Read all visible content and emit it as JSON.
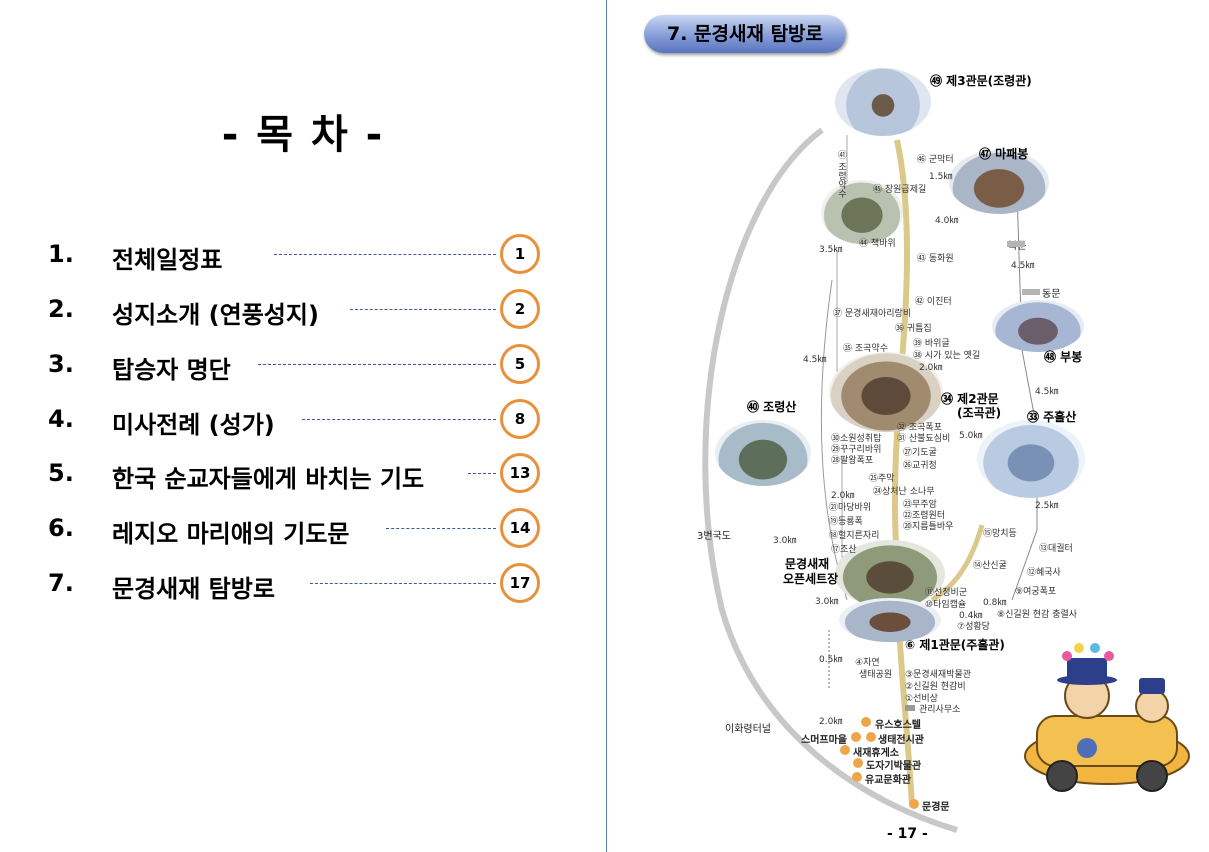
{
  "toc": {
    "title": "- 목  차 -",
    "items": [
      {
        "num": "1.",
        "label": "전체일정표",
        "page": "1"
      },
      {
        "num": "2.",
        "label": "성지소개 (연풍성지)",
        "page": "2"
      },
      {
        "num": "3.",
        "label": "탑승자 명단",
        "page": "5"
      },
      {
        "num": "4.",
        "label": "미사전례 (성가)",
        "page": "8"
      },
      {
        "num": "5.",
        "label": "한국 순교자들에게 바치는 기도",
        "page": "13"
      },
      {
        "num": "6.",
        "label": "레지오 마리애의 기도문",
        "page": "14"
      },
      {
        "num": "7.",
        "label": "문경새재 탐방로",
        "page": "17"
      }
    ]
  },
  "map": {
    "banner": "7. 문경새재 탐방로",
    "page_number": "- 17 -",
    "labels": {
      "gate3": "㊾ 제3관문(조령관)",
      "mapaebong": "㊼ 마패봉",
      "gate2a": "㉞ 제2관문",
      "gate2b": "(조곡관)",
      "bubong": "㊽ 부봉",
      "joryeongsan": "㊵ 조령산",
      "juheulsan": "㉝ 주흘산",
      "openset1": "문경새재",
      "openset2": "오픈세트장",
      "gate1": "⑥ 제1관문(주흘관)",
      "road3": "3번국도",
      "tunnel": "이화령터널",
      "youth": "유스호스텔",
      "smurf": "스머프마을",
      "ecology": "생태전시관",
      "rest": "새재휴게소",
      "pottery": "도자기박물관",
      "confucian": "유교문화관",
      "mungyeonggate": "문경문",
      "bukmun": "북문",
      "dongmun": "동문"
    },
    "small": {
      "gunmakteo": "㊻ 군막터",
      "d15a": "1.5㎞",
      "jangwon": "㊺ 장원급제길",
      "d40": "4.0㎞",
      "d35": "3.5㎞",
      "chaekbawi": "㊹ 책바위",
      "donghwawon": "㊸ 동화원",
      "d45a": "4.5㎞",
      "ijinteo": "㊷ 이진터",
      "arirang": "㊲ 문경새재아리랑비",
      "gwitteum": "㊱ 귀틈집",
      "bawigeul": "㊴ 바위글",
      "sijip": "㊳ 시가 있는 옛길",
      "d20a": "2.0㎞",
      "jogok": "㉟ 조곡약수",
      "d45b": "4.5㎞",
      "d45c": "4.5㎞",
      "jogokfall": "㉜ 조곡폭포",
      "sanbul": "㉛ 산불됴심비",
      "d50": "5.0㎞",
      "sowon": "㉚소원성취탑",
      "kkugu": "㉙꾸구리바위",
      "palwang": "㉘팔왕폭포",
      "giduk": "㉗기도굴",
      "gyogwi": "㉖교귀정",
      "jumak": "㉕주막",
      "sangsaeng": "㉔상처난 소나무",
      "d20b": "2.0㎞",
      "madang": "㉑마당바위",
      "mujuam": "㉓무주암",
      "jogokwon": "㉒조령원터",
      "deungryong": "⑲등룡폭",
      "jireup": "⑳지름틀바우",
      "d25": "2.5㎞",
      "mangchi": "⑮망치등",
      "hwangji": "⑱헐지른자리",
      "daegwang": "⑬대궐터",
      "d30a": "3.0㎞",
      "josan": "⑰조산",
      "sansin": "⑭산신굴",
      "hyeguk": "⑫혜국사",
      "jiseong": "⑪선정비군",
      "tajang": "⑩타임캡슐",
      "yeogung": "⑨여궁폭포",
      "d08": "0.8㎞",
      "d30b": "3.0㎞",
      "d04": "0.4㎞",
      "singil": "⑧신길원 현감 충렬사",
      "seonghwang": "⑦성황당",
      "d05": "0.5㎞",
      "jayeon1": "④자연",
      "jayeon2": "생태공원",
      "museum": "③문경새재박물관",
      "singilbi": "②신길원 현감비",
      "seonbi": "①선비상",
      "office": "관리사무소",
      "d20c": "2.0㎞",
      "joryeong": "㊶ 조령약수"
    }
  }
}
